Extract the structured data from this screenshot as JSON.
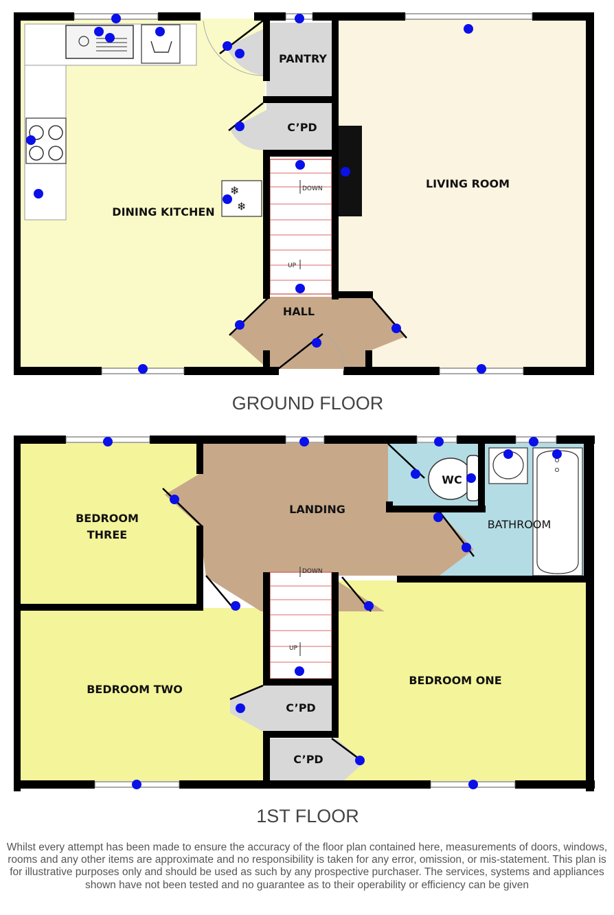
{
  "ground_floor": {
    "title": "GROUND FLOOR",
    "rooms": {
      "dining_kitchen": "DINING KITCHEN",
      "pantry": "PANTRY",
      "cupboard": "C’PD",
      "living_room": "LIVING ROOM",
      "hall": "HALL"
    },
    "stairs": {
      "down": "DOWN",
      "up": "UP"
    }
  },
  "first_floor": {
    "title": "1ST FLOOR",
    "rooms": {
      "bedroom_three_line1": "BEDROOM",
      "bedroom_three_line2": "THREE",
      "landing": "LANDING",
      "wc": "WC",
      "bathroom": "BATHROOM",
      "bedroom_two": "BEDROOM TWO",
      "bedroom_one": "BEDROOM ONE",
      "cupboard_1": "C’PD",
      "cupboard_2": "C’PD"
    },
    "stairs": {
      "down": "DOWN",
      "up": "UP"
    }
  },
  "disclaimer": "Whilst every attempt has been made to ensure the accuracy of the floor plan contained here, measurements of doors, windows, rooms and any other items are approximate and no responsibility is taken for any error, omission, or mis-statement. This plan is for illustrative purposes only and should be used as such by any prospective purchaser. The services, systems and appliances shown have not been tested and no guarantee as to their operability or efficiency can be given",
  "colors": {
    "kitchen_fill": "#fafac8",
    "living_fill": "#fbf4e0",
    "hall_fill": "#c7a98a",
    "cupboard_fill": "#d8d8d8",
    "bedroom_fill": "#f4f49a",
    "bathroom_fill": "#b4dce4",
    "wall": "#000000",
    "marker": "#0a10e8"
  }
}
